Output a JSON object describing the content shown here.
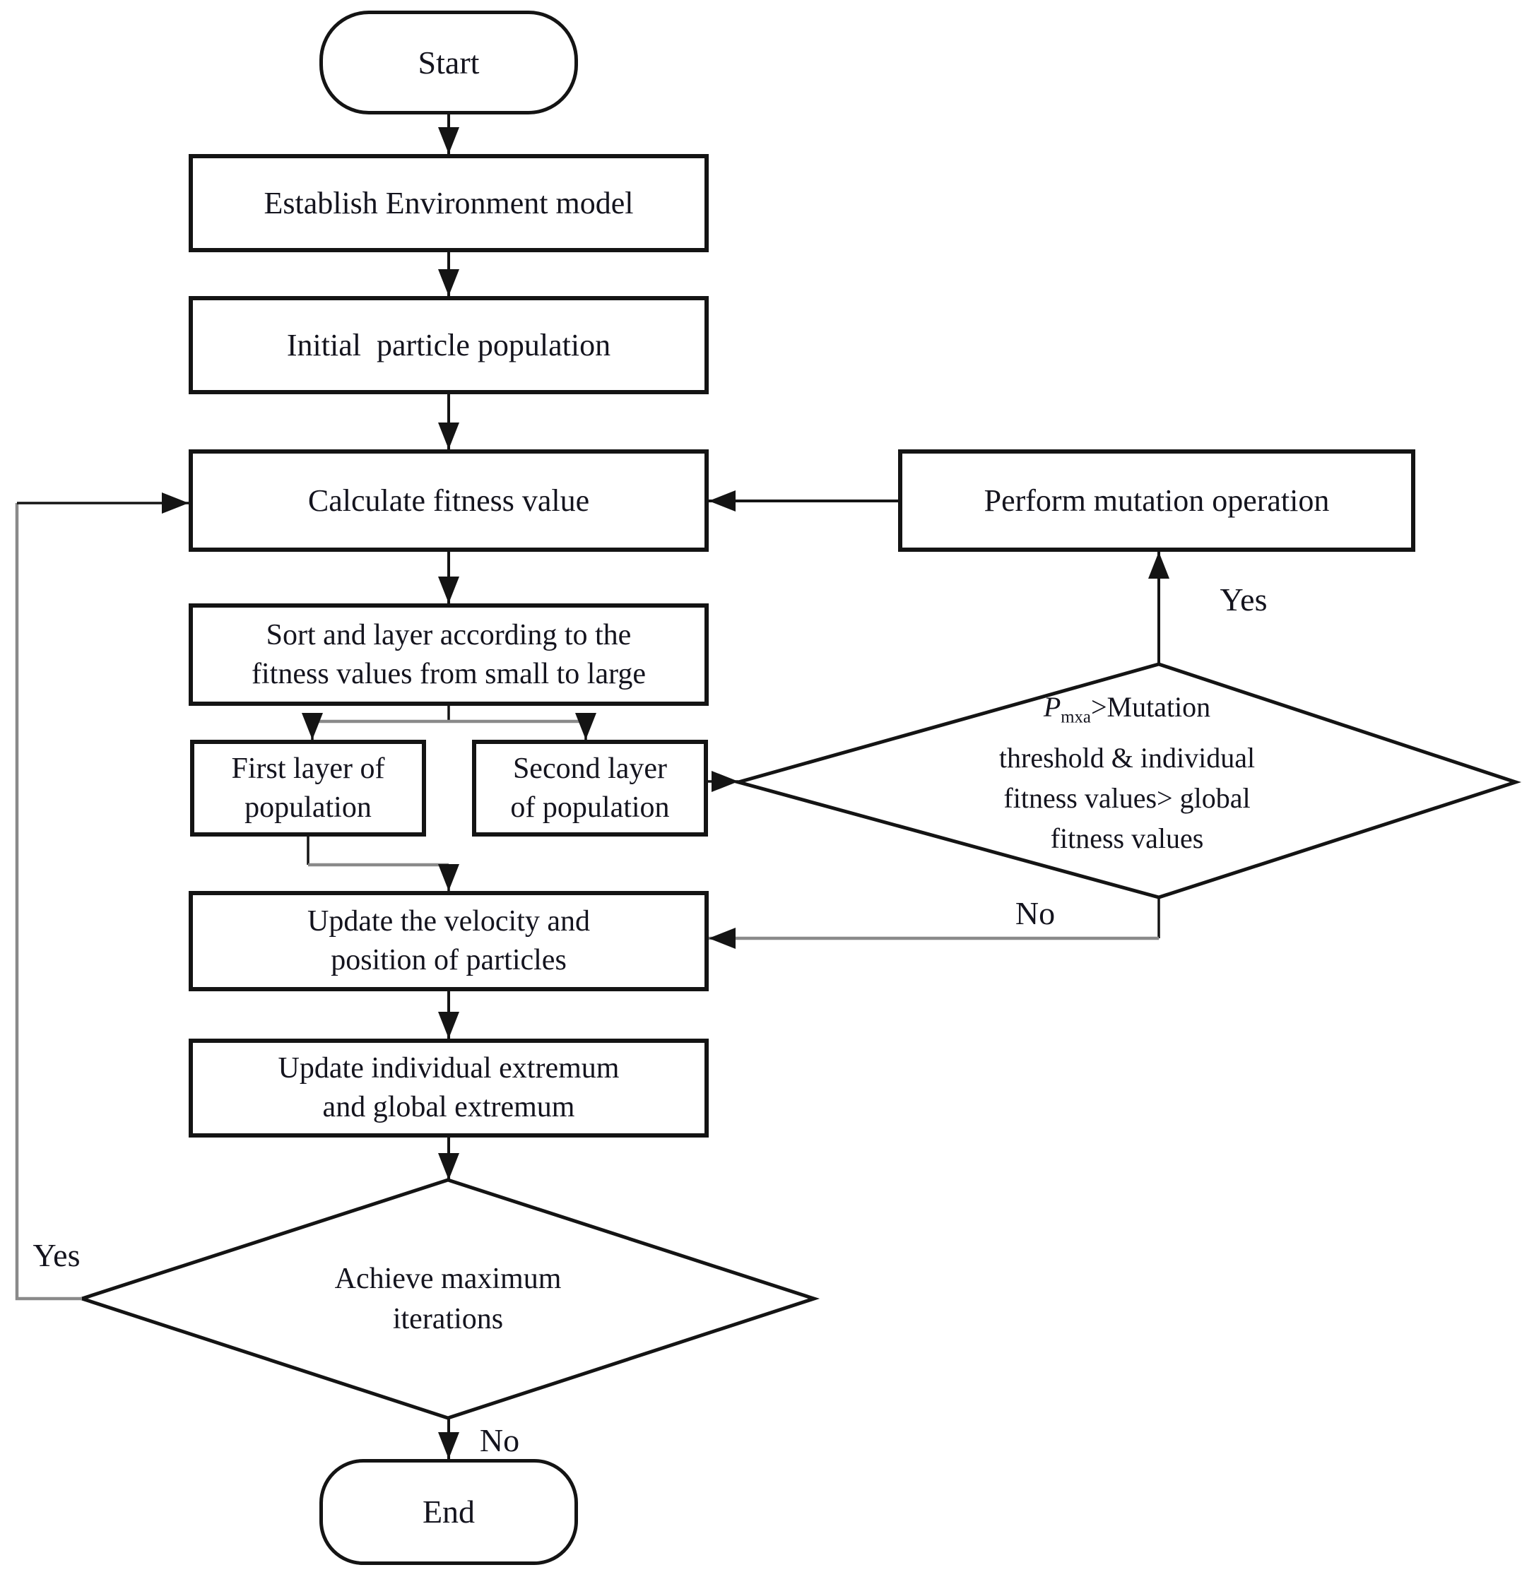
{
  "figure": {
    "type": "flowchart",
    "description": "Improved PSO algorithm with mutation flow chart",
    "colors": {
      "stroke": "#141414",
      "connector_gray": "#8a8a8a",
      "background": "#ffffff",
      "text": "#14141e"
    }
  },
  "nodes": {
    "start": {
      "shape": "terminator",
      "label": "Start"
    },
    "establish": {
      "shape": "process",
      "label": "Establish Environment model"
    },
    "initial": {
      "shape": "process",
      "label": "Initial  particle population"
    },
    "calculate": {
      "shape": "process",
      "label": "Calculate fitness value"
    },
    "mutate": {
      "shape": "process",
      "label": "Perform mutation operation"
    },
    "sort": {
      "shape": "process",
      "line1": "Sort and layer according to the",
      "line2": "fitness values from small to large"
    },
    "first_layer": {
      "shape": "process",
      "line1": "First layer of",
      "line2": "population"
    },
    "second_layer": {
      "shape": "process",
      "line1": "Second layer",
      "line2": "of population"
    },
    "mutation_decision": {
      "shape": "decision",
      "p_var": "P",
      "p_sub": "mxa",
      "line1_rest": ">Mutation",
      "line2": "threshold & individual",
      "line3": "fitness values> global",
      "line4": "fitness values"
    },
    "update_velocity": {
      "shape": "process",
      "line1": "Update the velocity and",
      "line2": "position of particles"
    },
    "update_extremum": {
      "shape": "process",
      "line1": "Update individual extremum",
      "line2": "and global extremum"
    },
    "max_iterations": {
      "shape": "decision",
      "line1": "Achieve maximum",
      "line2": "iterations"
    },
    "end": {
      "shape": "terminator",
      "label": "End"
    }
  },
  "edge_labels": {
    "mutation_yes": "Yes",
    "mutation_no": "No",
    "iterations_yes": "Yes",
    "iterations_no": "No"
  }
}
